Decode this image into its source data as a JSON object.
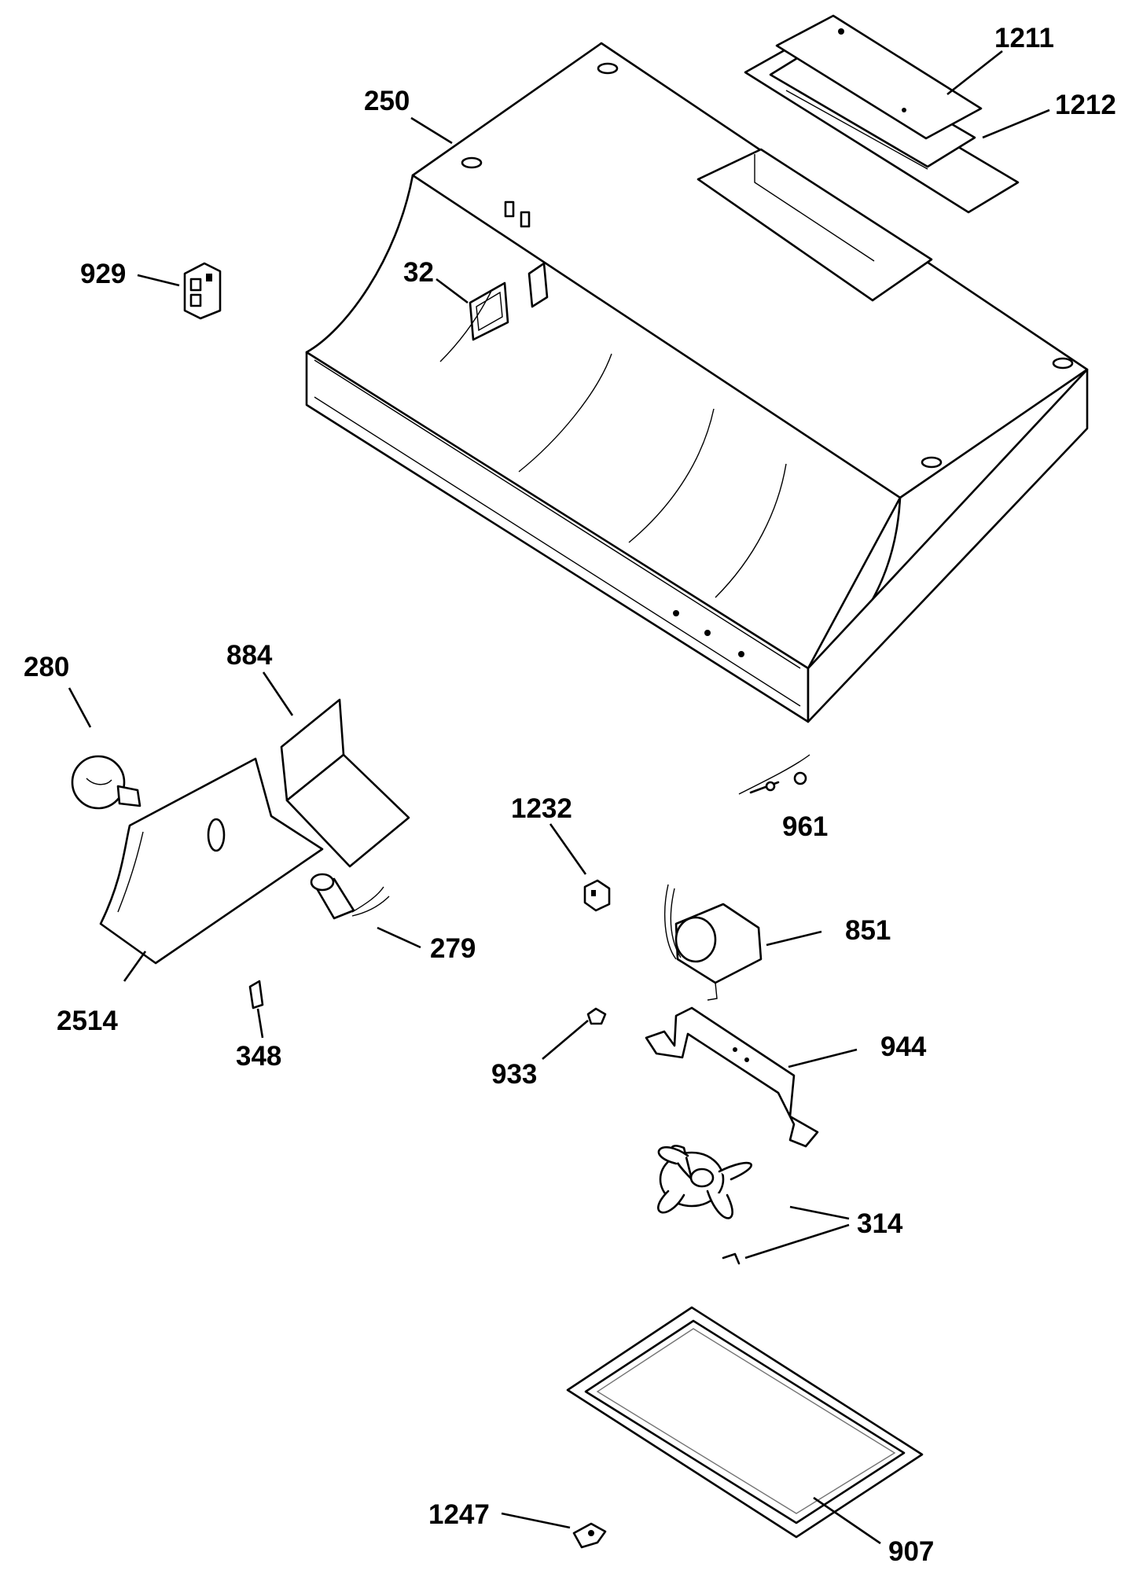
{
  "callouts": {
    "p250": "250",
    "p1211": "1211",
    "p1212": "1212",
    "p929": "929",
    "p32": "32",
    "p280": "280",
    "p884": "884",
    "p1232": "1232",
    "p961": "961",
    "p851": "851",
    "p279": "279",
    "p2514": "2514",
    "p348": "348",
    "p933": "933",
    "p944": "944",
    "p314": "314",
    "p1247": "1247",
    "p907": "907"
  },
  "colors": {
    "ink": "#000000",
    "paper": "#ffffff"
  }
}
